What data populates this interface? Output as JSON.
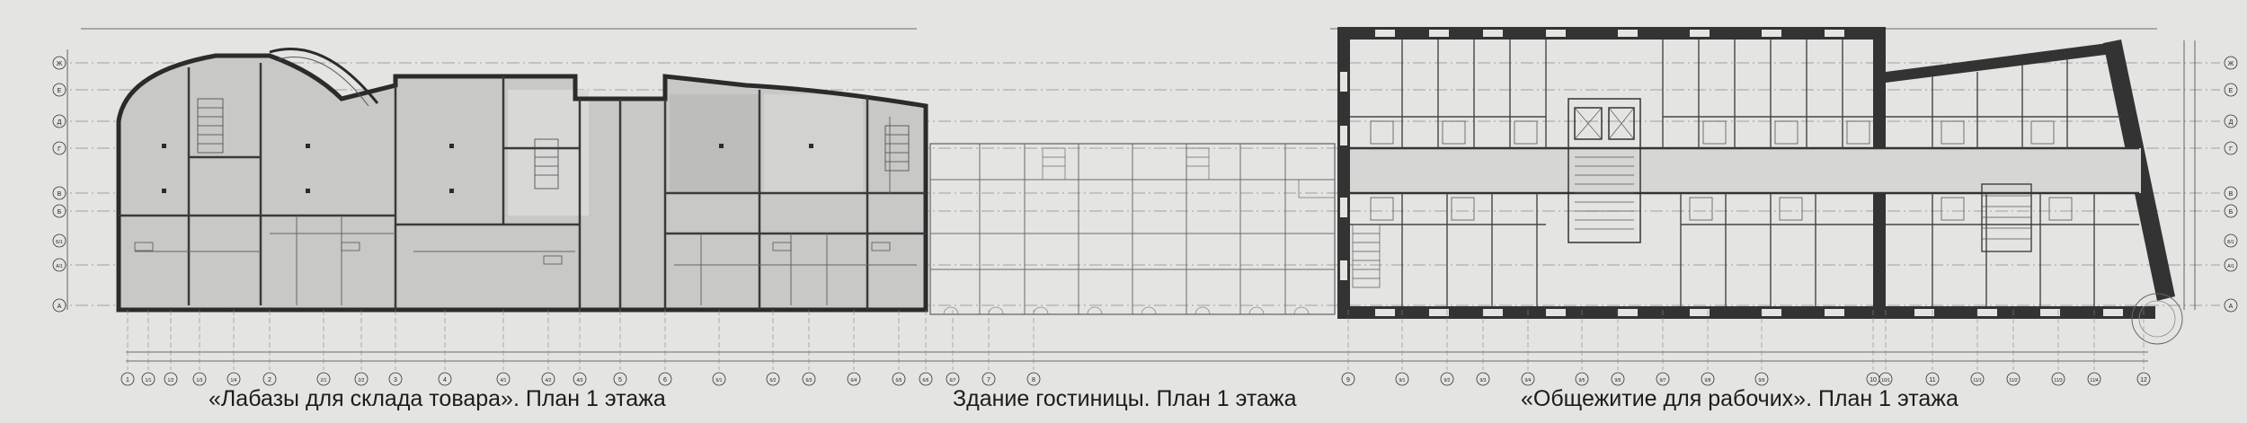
{
  "captions": {
    "lobazy": "«Лабазы для склада товара». План 1 этажа",
    "hotel": "Здание гостиницы. План 1 этажа",
    "dorm": "«Общежитие для рабочих». План 1 этажа"
  },
  "axes_vertical": [
    "1",
    "1/1",
    "1/2",
    "1/3",
    "1/4",
    "2",
    "2/1",
    "2/2",
    "3",
    "4",
    "4/1",
    "4/2",
    "4/3",
    "5",
    "6",
    "6/1",
    "6/2",
    "6/3",
    "6/4",
    "6/5",
    "6/6",
    "6/7",
    "7",
    "8",
    "9",
    "9/1",
    "9/2",
    "9/3",
    "9/4",
    "9/5",
    "9/6",
    "9/7",
    "9/8",
    "9/9",
    "10",
    "10/1",
    "11",
    "11/1",
    "11/2",
    "11/3",
    "11/4",
    "12"
  ],
  "axes_horizontal": [
    "Ж",
    "Е",
    "Д",
    "Г",
    "В",
    "Б",
    "Б/1",
    "А/1",
    "А"
  ],
  "colors": {
    "background": "#e4e4e2",
    "wall": "#2b2b2b",
    "fill_lobazy": "#c8c8c6",
    "line": "#555555"
  }
}
